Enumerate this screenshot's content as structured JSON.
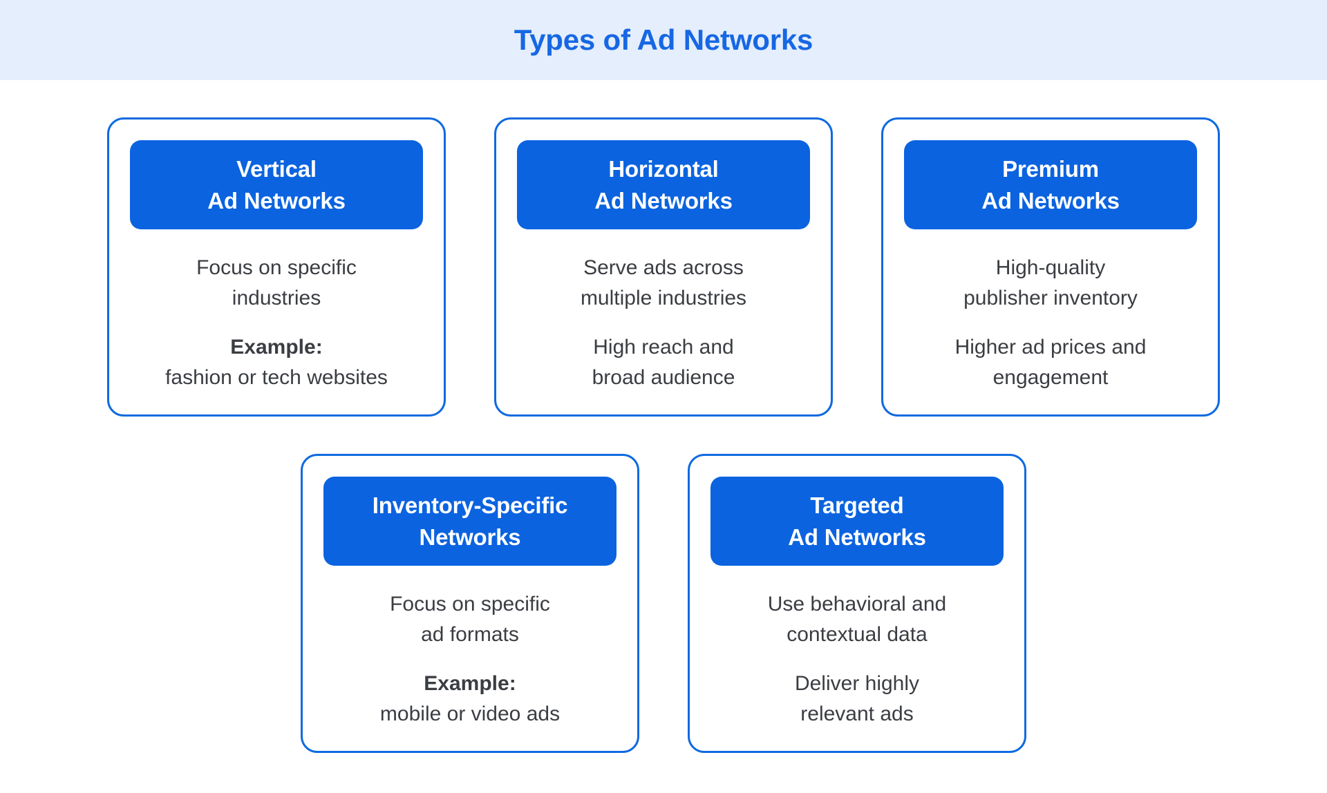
{
  "header": {
    "title": "Types of Ad Networks"
  },
  "colors": {
    "accent_blue": "#0b63e0",
    "card_border": "#0f6ae0",
    "header_band_bg": "#e5eefc",
    "title_text": "#1667e3",
    "body_text": "#3a3d42",
    "badge_text": "#ffffff",
    "page_bg": "#ffffff"
  },
  "cards": [
    {
      "name": "vertical-ad-networks",
      "title": [
        "Vertical",
        "Ad Networks"
      ],
      "paragraphs": [
        [
          "Focus on specific",
          "industries"
        ],
        [
          "Example:",
          "fashion or tech websites"
        ]
      ]
    },
    {
      "name": "horizontal-ad-networks",
      "title": [
        "Horizontal",
        "Ad Networks"
      ],
      "paragraphs": [
        [
          "Serve ads across",
          "multiple industries"
        ],
        [
          "High reach and",
          "broad audience"
        ]
      ]
    },
    {
      "name": "premium-ad-networks",
      "title": [
        "Premium",
        "Ad Networks"
      ],
      "paragraphs": [
        [
          "High-quality",
          "publisher inventory"
        ],
        [
          "Higher ad prices and",
          "engagement"
        ]
      ]
    },
    {
      "name": "inventory-specific-networks",
      "title": [
        "Inventory-Specific",
        "Networks"
      ],
      "paragraphs": [
        [
          "Focus on specific",
          "ad formats"
        ],
        [
          "Example:",
          "mobile or video ads"
        ]
      ]
    },
    {
      "name": "targeted-ad-networks",
      "title": [
        "Targeted",
        "Ad Networks"
      ],
      "paragraphs": [
        [
          "Use behavioral and",
          "contextual data"
        ],
        [
          "Deliver highly",
          "relevant ads"
        ]
      ]
    }
  ]
}
